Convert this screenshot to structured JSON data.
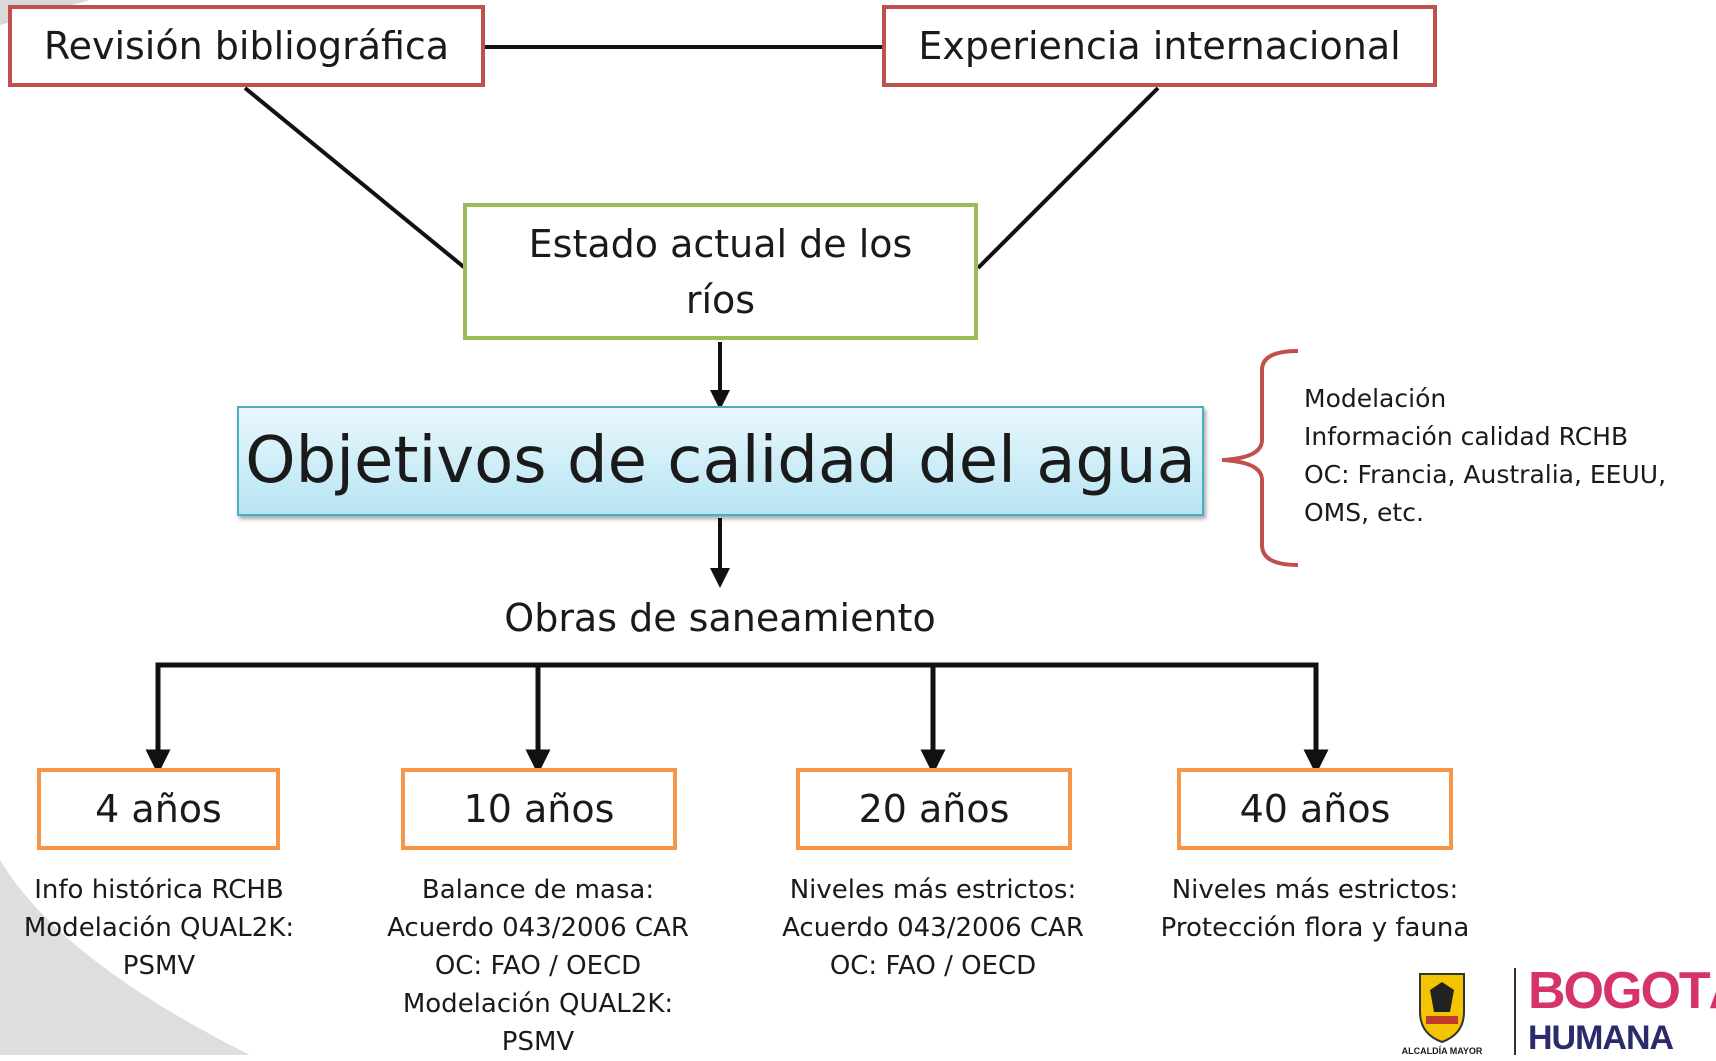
{
  "colors": {
    "red": "#c0504d",
    "green": "#9bbb59",
    "orange": "#f79646",
    "blue": "#4bacc6"
  },
  "top_left": "Revisión bibliográfica",
  "top_right": "Experiencia internacional",
  "state_line1": "Estado actual de los",
  "state_line2": "ríos",
  "main": "Objetivos de calidad del agua",
  "side": [
    "Modelación",
    "Información calidad RCHB",
    "OC:  Francia,  Australia,  EEUU,",
    "OMS, etc."
  ],
  "obras": "Obras de saneamiento",
  "horizons": [
    {
      "label": "4 años",
      "notes": [
        "Info histórica RCHB",
        "Modelación QUAL2K:",
        "PSMV"
      ]
    },
    {
      "label": "10 años",
      "notes": [
        "Balance de masa:",
        "Acuerdo 043/2006 CAR",
        "OC: FAO / OECD",
        "Modelación QUAL2K:",
        "PSMV"
      ]
    },
    {
      "label": "20 años",
      "notes": [
        "Niveles más estrictos:",
        "Acuerdo 043/2006 CAR",
        "OC: FAO / OECD"
      ]
    },
    {
      "label": "40 años",
      "notes": [
        "Niveles más estrictos:",
        "Protección flora y fauna"
      ]
    }
  ],
  "logo": {
    "alcaldia": "ALCALDÍA MAYOR",
    "bogota": "BOGOTÁ",
    "humana": "HUMANA"
  }
}
